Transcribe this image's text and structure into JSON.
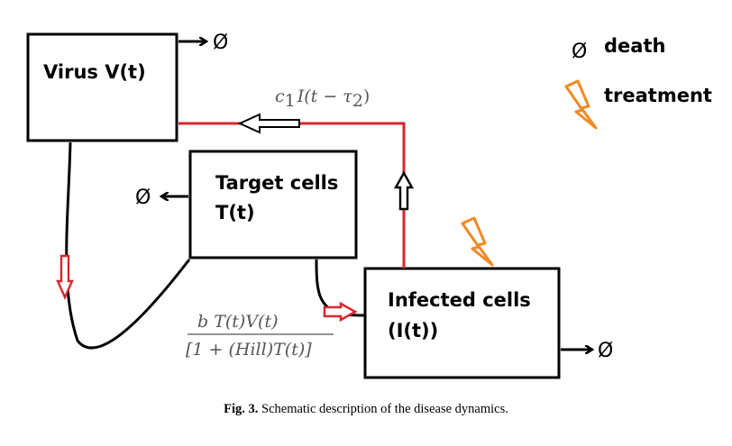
{
  "boxes": {
    "virus": {
      "title": "Virus V(t)"
    },
    "target": {
      "line1": "Target cells",
      "line2": "T(t)"
    },
    "infected": {
      "line1": "Infected cells",
      "line2": "(I(t))"
    }
  },
  "symbols": {
    "death": "Ø"
  },
  "legend": {
    "death_label": "death",
    "treatment_label": "treatment"
  },
  "rates": {
    "production": {
      "coef": "c",
      "sub": "1",
      "mid": "I(t − τ",
      "sub2": "2",
      "end": ")"
    },
    "infection": {
      "numerator": "b  T(t)V(t)",
      "denominator": "[1 + (Hill)T(t)]"
    }
  },
  "caption": {
    "label": "Fig. 3.",
    "text": " Schematic description of the disease dynamics."
  },
  "colors": {
    "flow_red": "#d9262e",
    "treatment_orange": "#f08a24",
    "line_black": "#000000"
  },
  "icons": {
    "treatment": "lightning-bolt-icon",
    "death": "empty-set-icon"
  }
}
